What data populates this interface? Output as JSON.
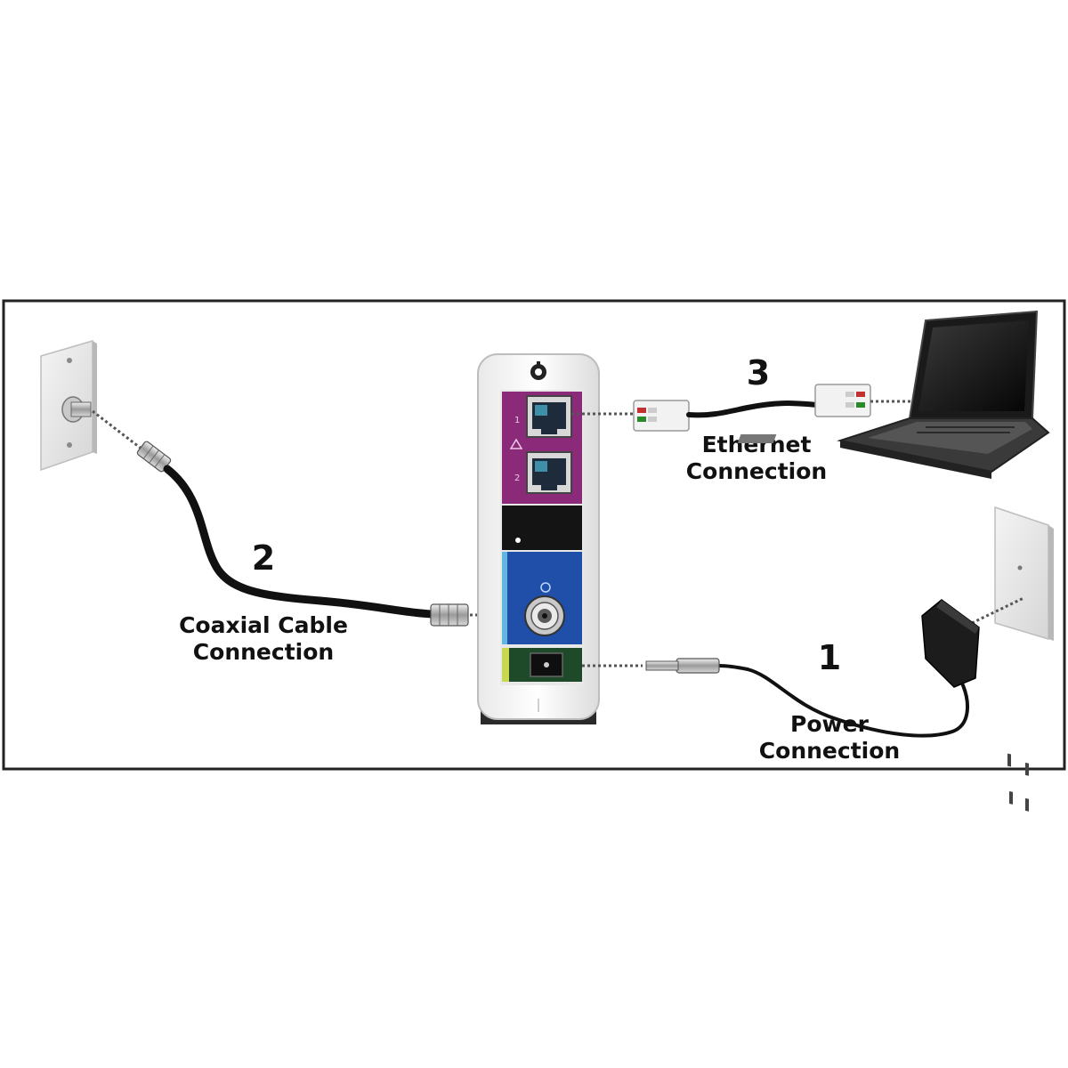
{
  "steps": [
    {
      "number": "1",
      "caption_line1": "Power",
      "caption_line2": "Connection"
    },
    {
      "number": "2",
      "caption_line1": "Coaxial Cable",
      "caption_line2": "Connection"
    },
    {
      "number": "3",
      "caption_line1": "Ethernet",
      "caption_line2": "Connection"
    }
  ],
  "modem": {
    "port_labels": [
      "1",
      "2"
    ]
  },
  "colors": {
    "ethernet_panel": "#8a2a78",
    "black_panel": "#141414",
    "coax_panel": "#1f4fa8",
    "power_panel": "#1f4a2a",
    "frame": "#222222"
  }
}
